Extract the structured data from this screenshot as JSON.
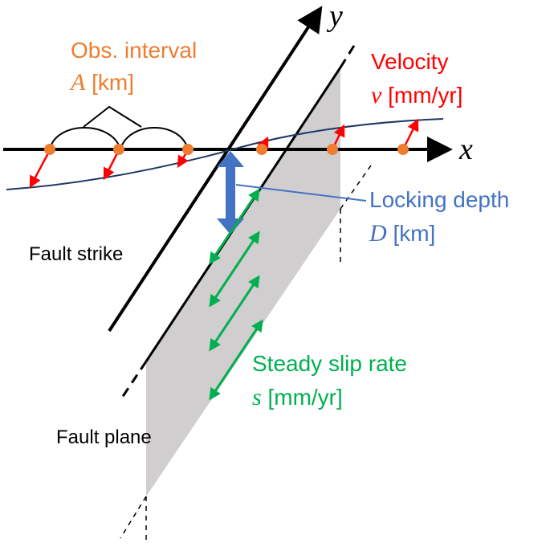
{
  "axes": {
    "x_label": "x",
    "y_label": "y"
  },
  "labels": {
    "obs_interval": {
      "title": "Obs. interval",
      "symbol": "A",
      "unit": "[km]",
      "color": "#ED7D31"
    },
    "velocity": {
      "title": "Velocity",
      "symbol": "v",
      "unit": "[mm/yr]",
      "color": "#FF0000"
    },
    "locking_depth": {
      "title": "Locking depth",
      "symbol": "D",
      "unit": "[km]",
      "color": "#4472C4"
    },
    "slip_rate": {
      "title": "Steady slip rate",
      "symbol": "s",
      "unit": "[mm/yr]",
      "color": "#00B050"
    },
    "fault_strike": "Fault strike",
    "fault_plane": "Fault plane"
  },
  "colors": {
    "fault_plane_fill": "#D0CECE",
    "velocity_profile": "#1F3864",
    "station": "#ED7D31",
    "velocity_arrow": "#FF0000",
    "depth_arrow": "#4472C4",
    "slip_arrow": "#00B050"
  }
}
